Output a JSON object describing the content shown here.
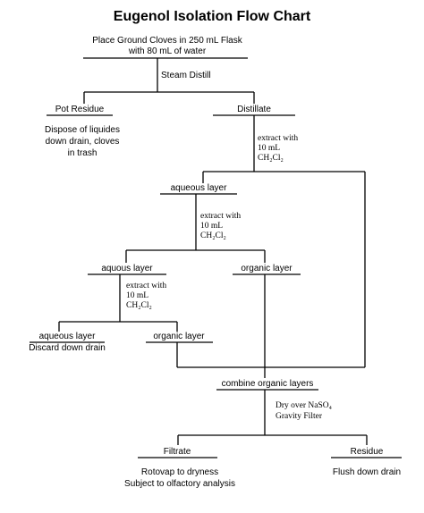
{
  "title": "Eugenol Isolation Flow Chart",
  "start": {
    "line1": "Place Ground Cloves in 250 mL Flask",
    "line2": "with 80 mL of water"
  },
  "step1": "Steam Distill",
  "pot_residue": {
    "label": "Pot Residue",
    "line1": "Dispose of liquides",
    "line2": "down drain, cloves",
    "line3": "in trash"
  },
  "distillate": "Distillate",
  "extract1": {
    "line1": "extract with",
    "line2": "10 mL",
    "line3": "CH₂Cl₂"
  },
  "aqueous1": "aqueous layer",
  "extract2": {
    "line1": "extract with",
    "line2": "10 mL",
    "line3": "CH₂Cl₂"
  },
  "aqueous2": "aquous layer",
  "organic1": "organic layer",
  "extract3": {
    "line1": "extract with",
    "line2": "10 mL",
    "line3": "CH₂Cl₂"
  },
  "aqueous3": {
    "label": "aqueous layer",
    "note": "Discard down drain"
  },
  "organic2": "organic layer",
  "combine": "combine organic layers",
  "dry": {
    "line1": "Dry over NaSO₄",
    "line2": "Gravity Filter"
  },
  "filtrate": {
    "label": "Filtrate",
    "line1": "Rotovap to dryness",
    "line2": "Subject to olfactory analysis"
  },
  "residue": {
    "label": "Residue",
    "note": "Flush down drain"
  }
}
